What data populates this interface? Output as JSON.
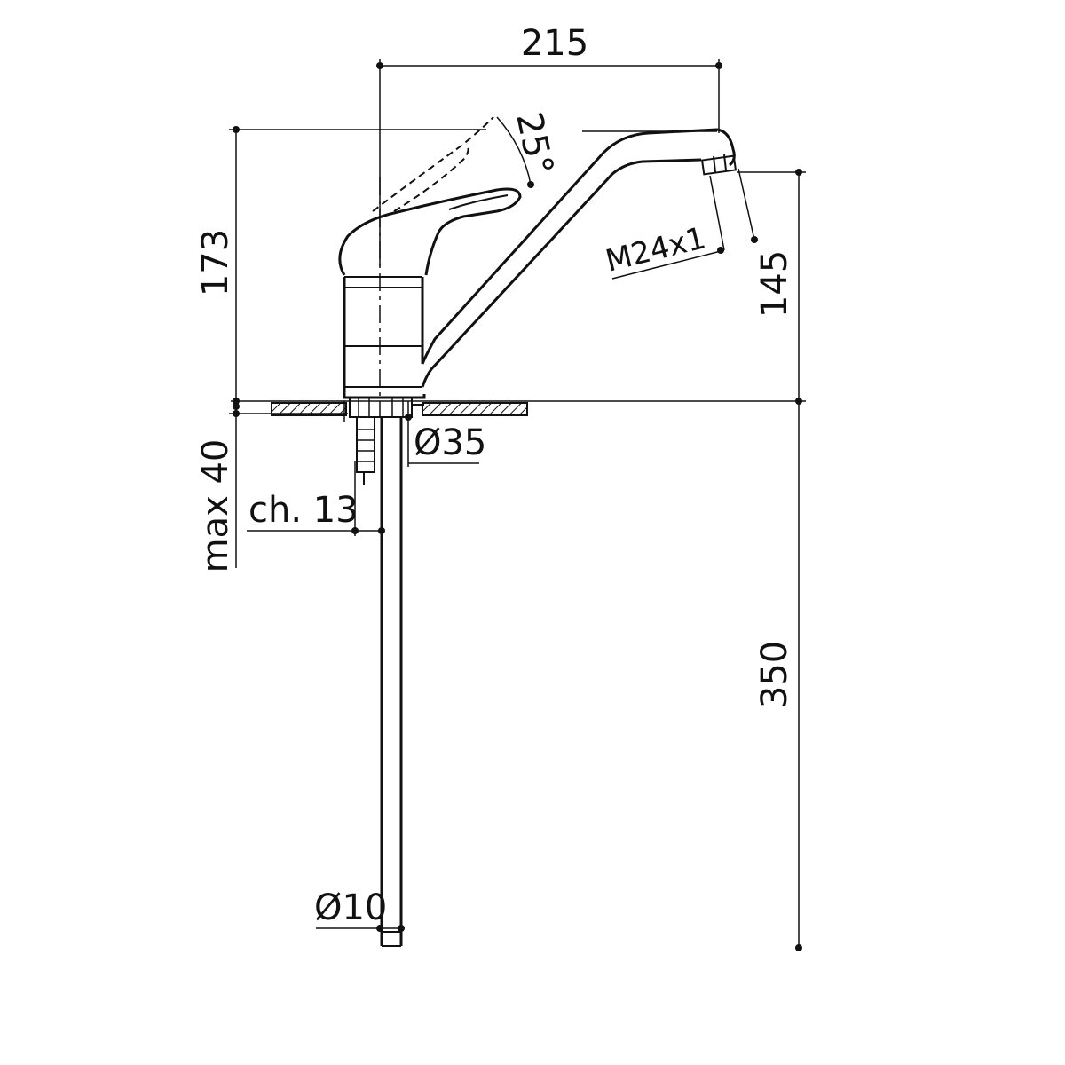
{
  "dimensions": {
    "width_215": "215",
    "angle_25": "25°",
    "height_173": "173",
    "thread": "M24x1",
    "height_145": "145",
    "diameter_35": "Ø35",
    "max_40": "max 40",
    "wrench_13": "ch. 13",
    "length_350": "350",
    "diameter_10": "Ø10"
  },
  "colors": {
    "line": "#111111",
    "background": "#ffffff"
  }
}
